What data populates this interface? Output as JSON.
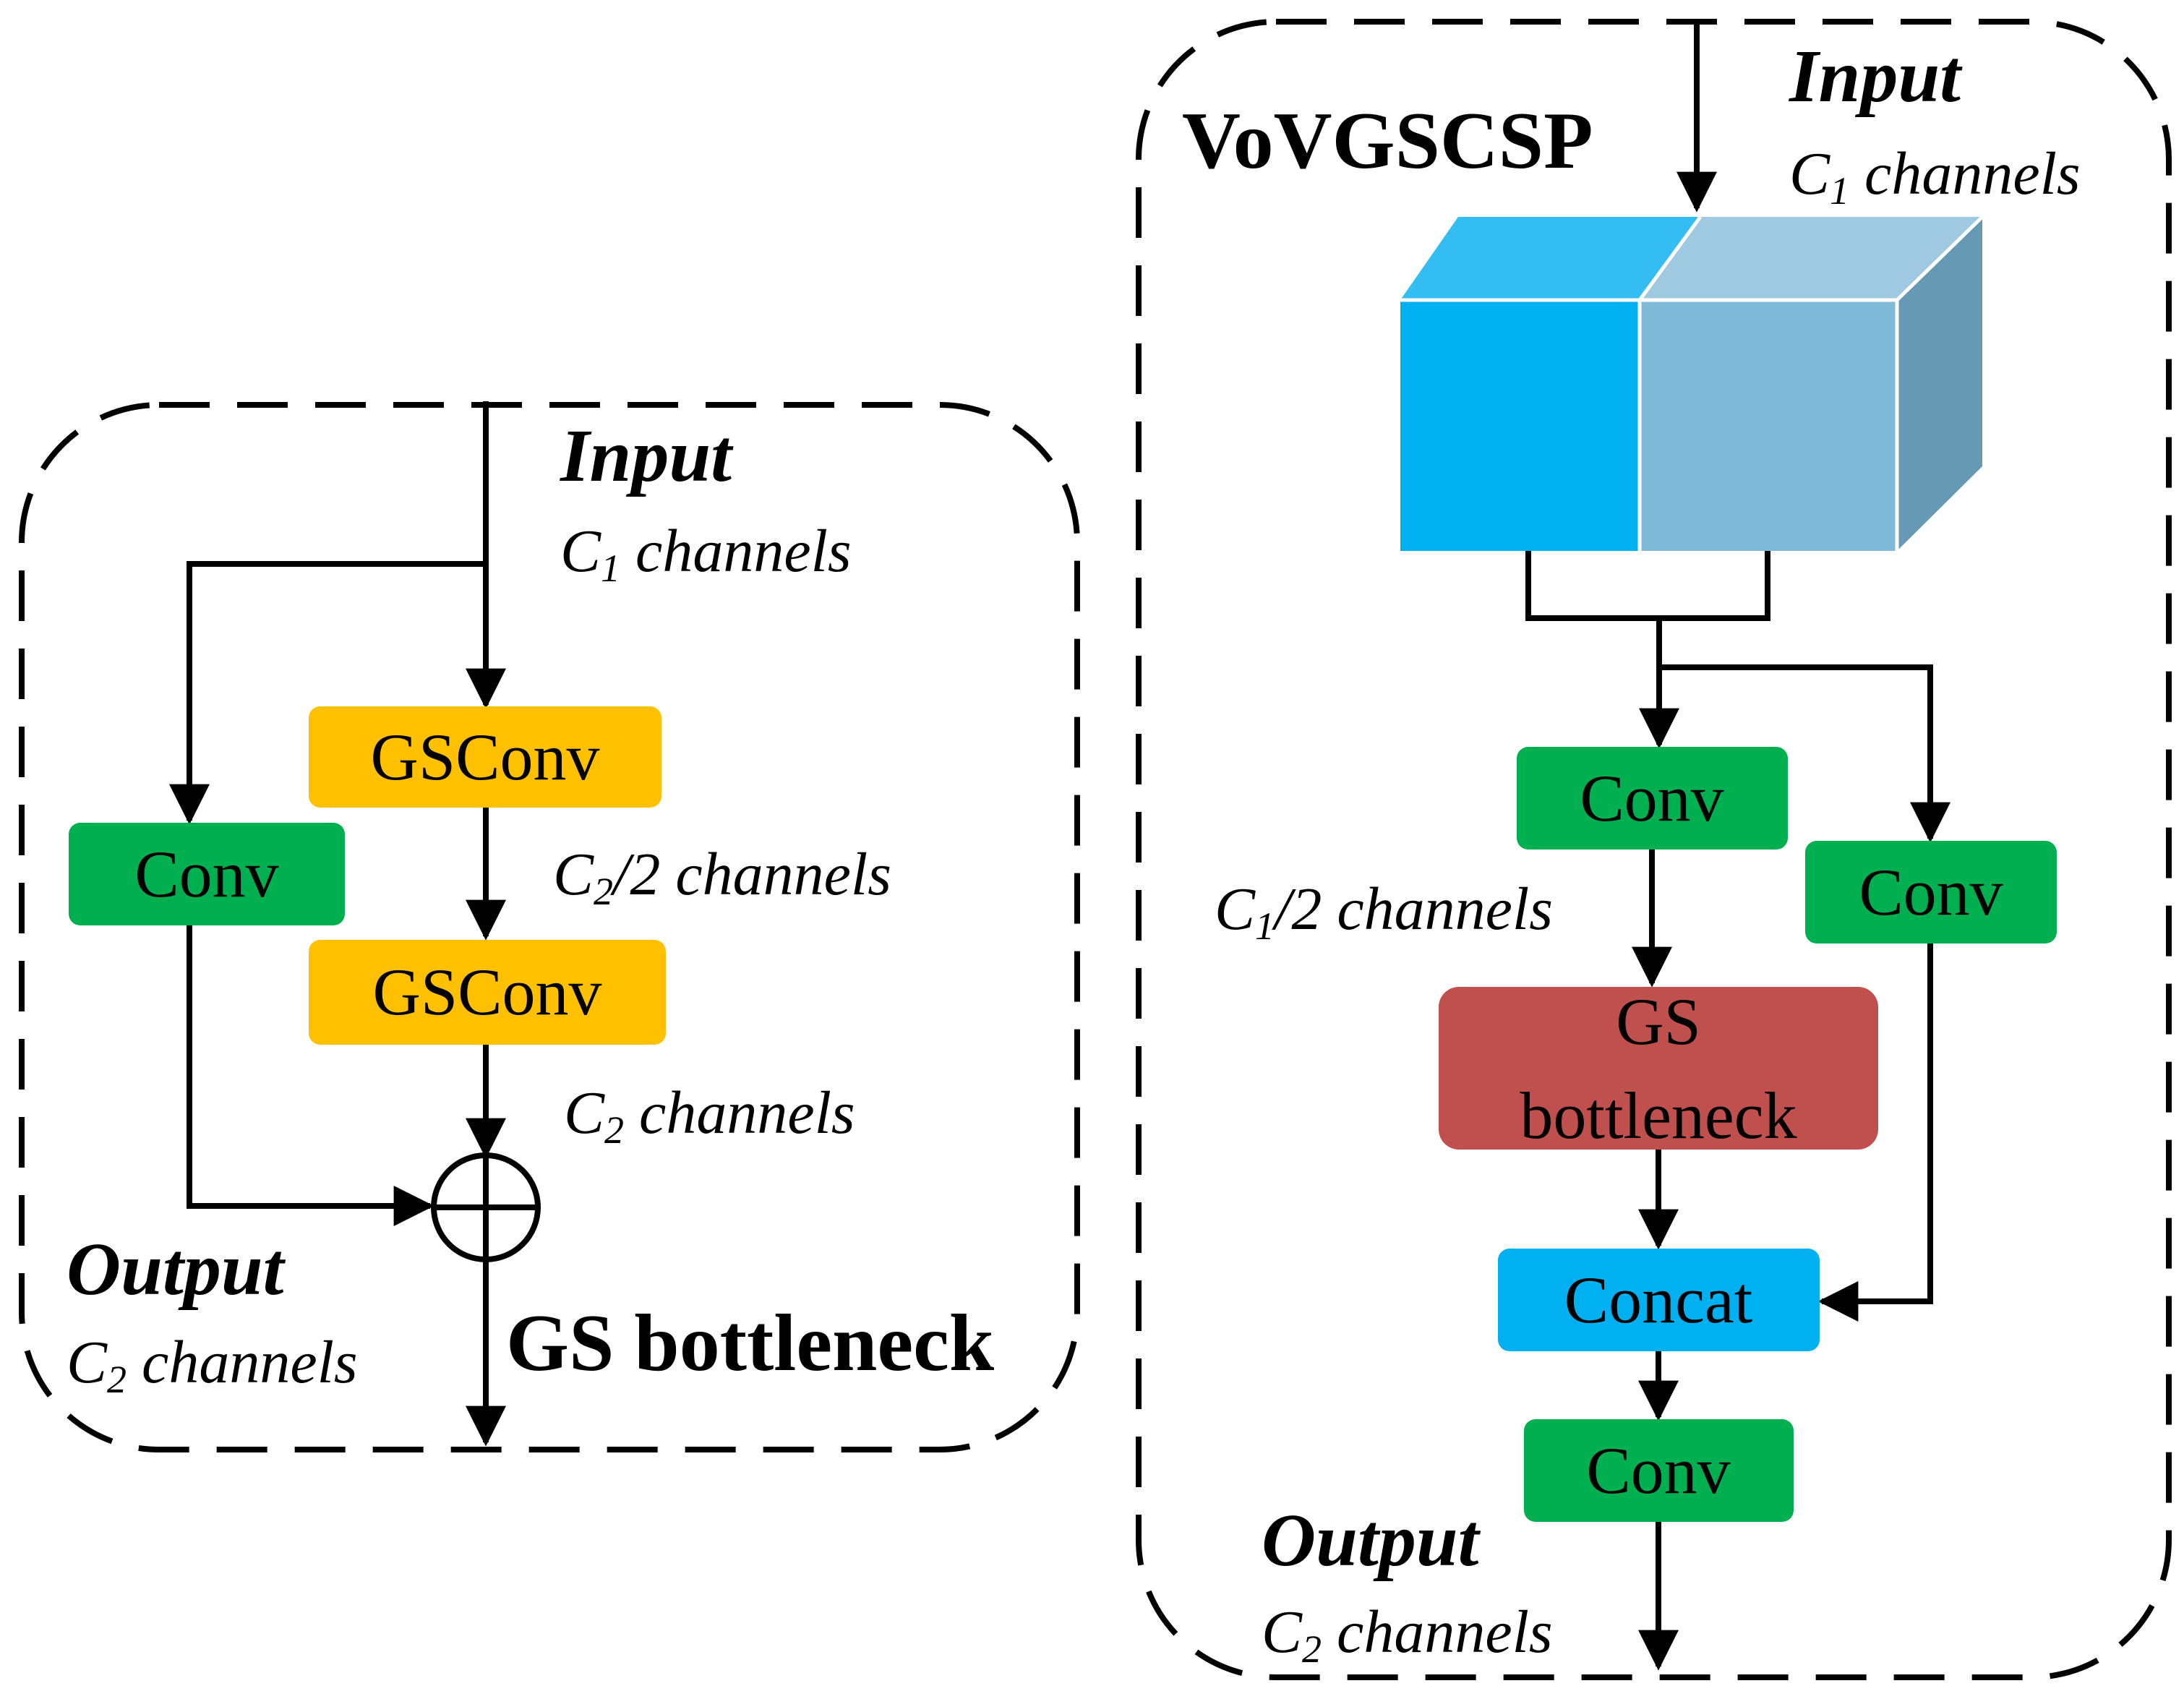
{
  "colors": {
    "conv": "#00b050",
    "gsconv": "#ffc000",
    "gs_bottleneck": "#c0504d",
    "concat": "#00b0f0",
    "cube_front_left": "#00b0f0",
    "cube_front_right": "#7fbad9",
    "cube_top_left": "#33bdf2",
    "cube_top_right": "#9ec9e0",
    "cube_side": "#6699b4"
  },
  "left_panel": {
    "title": "GS bottleneck",
    "input_label": "Input",
    "input_channels": {
      "main": "C",
      "sub": "1",
      "rest": " channels"
    },
    "gsconv_1": "GSConv",
    "gsconv_2": "GSConv",
    "conv": "Conv",
    "mid_channels": {
      "main": "C",
      "sub": "2",
      "rest": "/2 channels"
    },
    "after_channels": {
      "main": "C",
      "sub": "2",
      "rest": " channels"
    },
    "output_label": "Output",
    "output_channels": {
      "main": "C",
      "sub": "2",
      "rest": " channels"
    },
    "sum_icon": "circle-plus-icon"
  },
  "right_panel": {
    "title": "VoVGSCSP",
    "input_label": "Input",
    "input_channels": {
      "main": "C",
      "sub": "1",
      "rest": " channels"
    },
    "conv_left": "Conv",
    "conv_right": "Conv",
    "half_channels": {
      "main": "C",
      "sub": "1",
      "rest": "/2 channels"
    },
    "gs_bottleneck_line1": "GS",
    "gs_bottleneck_line2": "bottleneck",
    "concat": "Concat",
    "conv_out": "Conv",
    "output_label": "Output",
    "output_channels": {
      "main": "C",
      "sub": "2",
      "rest": " channels"
    }
  }
}
